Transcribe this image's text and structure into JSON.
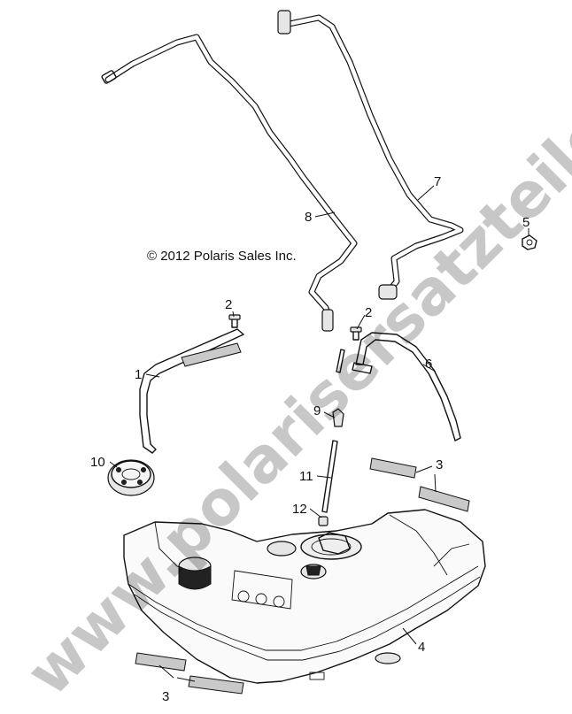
{
  "copyright": "© 2012 Polaris Sales Inc.",
  "watermark": "www.polarisersatzteile.de",
  "callouts": {
    "c1": "1",
    "c2a": "2",
    "c2b": "2",
    "c3a": "3",
    "c3b": "3",
    "c4": "4",
    "c5": "5",
    "c6": "6",
    "c7": "7",
    "c8": "8",
    "c9": "9",
    "c10": "10",
    "c11": "11",
    "c12": "12"
  }
}
